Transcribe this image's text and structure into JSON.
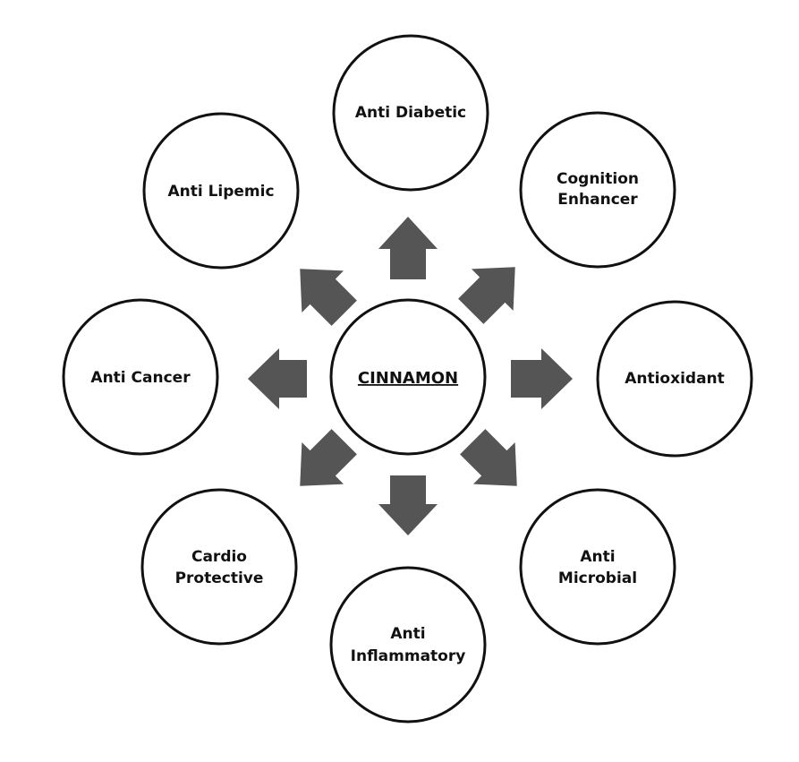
{
  "center": {
    "label": "CINNAMON"
  },
  "nodes": [
    {
      "id": "anti-diabetic",
      "lines": [
        "Anti Diabetic"
      ]
    },
    {
      "id": "cognition-enhancer",
      "lines": [
        "Cognition",
        "Enhancer"
      ]
    },
    {
      "id": "antioxidant",
      "lines": [
        "Antioxidant"
      ]
    },
    {
      "id": "anti-microbial",
      "lines": [
        "Anti",
        "Microbial"
      ]
    },
    {
      "id": "anti-inflammatory",
      "lines": [
        "Anti",
        "Inflammatory"
      ]
    },
    {
      "id": "cardio-protective",
      "lines": [
        "Cardio",
        "Protective"
      ]
    },
    {
      "id": "anti-cancer",
      "lines": [
        "Anti Cancer"
      ]
    },
    {
      "id": "anti-lipemic",
      "lines": [
        "Anti Lipemic"
      ]
    }
  ],
  "colors": {
    "arrow": "#555555",
    "stroke": "#111111",
    "background": "#ffffff"
  }
}
